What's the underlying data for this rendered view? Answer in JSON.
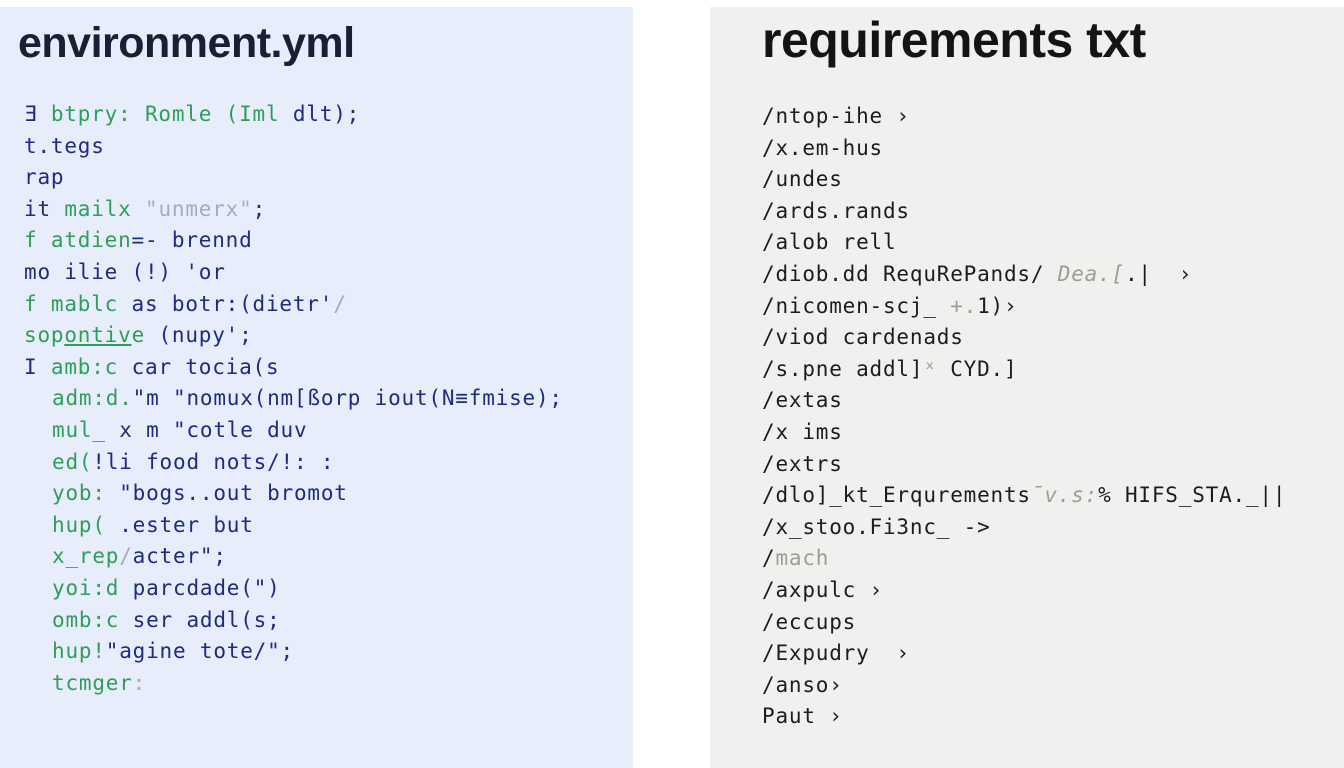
{
  "colors": {
    "navy": "#1e2b80",
    "green": "#2f9e58",
    "gray": "#a6abbd",
    "black": "#1c1c1c",
    "gray2": "#9d9c96"
  },
  "left_panel": {
    "title": "environment.yml",
    "background": "#e7edfa",
    "lines": [
      {
        "indent": 0,
        "segs": [
          {
            "t": "Ǝ ",
            "c": "navy"
          },
          {
            "t": "btpry: Romle (Iml ",
            "c": "green"
          },
          {
            "t": "dlt);",
            "c": "navy"
          }
        ]
      },
      {
        "indent": 0,
        "segs": [
          {
            "t": "t.tegs",
            "c": "navy"
          }
        ]
      },
      {
        "indent": 0,
        "segs": [
          {
            "t": "rap",
            "c": "navy"
          }
        ]
      },
      {
        "indent": 0,
        "segs": [
          {
            "t": "it ",
            "c": "navy"
          },
          {
            "t": "mailx ",
            "c": "green"
          },
          {
            "t": "\"unmerx\"",
            "c": "gray"
          },
          {
            "t": ";",
            "c": "navy"
          }
        ]
      },
      {
        "indent": 0,
        "segs": [
          {
            "t": "f atdien",
            "c": "green"
          },
          {
            "t": "=- brennd",
            "c": "navy"
          }
        ]
      },
      {
        "indent": 0,
        "segs": [
          {
            "t": "mo ilie (!) 'or",
            "c": "navy"
          }
        ]
      },
      {
        "indent": 0,
        "segs": [
          {
            "t": "f mablc ",
            "c": "green"
          },
          {
            "t": "as botr:(dietr'",
            "c": "navy"
          },
          {
            "t": "/",
            "c": "gray"
          }
        ]
      },
      {
        "indent": 0,
        "segs": [
          {
            "t": "sop",
            "c": "green"
          },
          {
            "t": "ontiv",
            "c": "green",
            "u": true
          },
          {
            "t": "e",
            "c": "green"
          },
          {
            "t": " (nupy';",
            "c": "navy"
          }
        ]
      },
      {
        "indent": 0,
        "segs": [
          {
            "t": "I ",
            "c": "navy"
          },
          {
            "t": "amb:c ",
            "c": "green"
          },
          {
            "t": "car tocia(s",
            "c": "navy"
          }
        ]
      },
      {
        "indent": 1,
        "segs": [
          {
            "t": "adm:d.",
            "c": "green"
          },
          {
            "t": "\"m \"nomux(nm[ßorp iout(N≡fmise);",
            "c": "navy"
          }
        ]
      },
      {
        "indent": 1,
        "segs": [
          {
            "t": "mul_ ",
            "c": "green"
          },
          {
            "t": "x m \"cotle duv",
            "c": "navy"
          }
        ]
      },
      {
        "indent": 1,
        "segs": [
          {
            "t": "ed(",
            "c": "green"
          },
          {
            "t": "!li food nots/!: :",
            "c": "navy"
          }
        ]
      },
      {
        "indent": 1,
        "segs": [
          {
            "t": "yob: ",
            "c": "green"
          },
          {
            "t": "\"bogs..out bromot",
            "c": "navy"
          }
        ]
      },
      {
        "indent": 1,
        "segs": [
          {
            "t": "hup(",
            "c": "green"
          },
          {
            "t": " .ester but",
            "c": "navy"
          }
        ]
      },
      {
        "indent": 1,
        "segs": [
          {
            "t": "x_rep",
            "c": "green"
          },
          {
            "t": "/",
            "c": "gray"
          },
          {
            "t": "acter\";",
            "c": "navy"
          }
        ]
      },
      {
        "indent": 1,
        "segs": [
          {
            "t": "yoi:d ",
            "c": "green"
          },
          {
            "t": "parcdade(\")",
            "c": "navy"
          }
        ]
      },
      {
        "indent": 1,
        "segs": [
          {
            "t": "omb:c ",
            "c": "green"
          },
          {
            "t": "ser addl(s;",
            "c": "navy"
          }
        ]
      },
      {
        "indent": 1,
        "segs": [
          {
            "t": "hup!",
            "c": "green"
          },
          {
            "t": "\"agine tote/\";",
            "c": "navy"
          }
        ]
      },
      {
        "indent": 1,
        "segs": [
          {
            "t": "tcmger",
            "c": "green"
          },
          {
            "t": ":",
            "c": "gray"
          }
        ]
      }
    ]
  },
  "right_panel": {
    "title": "requirements txt",
    "background": "#f1f0ee",
    "lines": [
      {
        "indent": 0,
        "segs": [
          {
            "t": "/ntop-ihe ›",
            "c": "black"
          }
        ]
      },
      {
        "indent": 0,
        "segs": [
          {
            "t": "/x.em-hus",
            "c": "black"
          }
        ]
      },
      {
        "indent": 0,
        "segs": [
          {
            "t": "/undes",
            "c": "black"
          }
        ]
      },
      {
        "indent": 0,
        "segs": [
          {
            "t": "/ards.rands",
            "c": "black"
          }
        ]
      },
      {
        "indent": 0,
        "segs": [
          {
            "t": "/alob rell",
            "c": "black"
          }
        ]
      },
      {
        "indent": 0,
        "segs": [
          {
            "t": "/diob.dd RequRePands/ ",
            "c": "black"
          },
          {
            "t": "Dea.[",
            "c": "gray2",
            "i": true
          },
          {
            "t": ".|  ›",
            "c": "black"
          }
        ]
      },
      {
        "indent": 0,
        "segs": [
          {
            "t": "/nicomen-scj_ ",
            "c": "black"
          },
          {
            "t": "+.",
            "c": "gray2"
          },
          {
            "t": "1)›",
            "c": "black"
          }
        ]
      },
      {
        "indent": 0,
        "segs": [
          {
            "t": "/viod cardenads",
            "c": "black"
          }
        ]
      },
      {
        "indent": 0,
        "segs": [
          {
            "t": "/s.pne addl]",
            "c": "black"
          },
          {
            "t": "ˣ",
            "c": "gray2"
          },
          {
            "t": " CYD.]",
            "c": "black"
          }
        ]
      },
      {
        "indent": 0,
        "segs": [
          {
            "t": "/extas",
            "c": "black"
          }
        ]
      },
      {
        "indent": 0,
        "segs": [
          {
            "t": "/x ims",
            "c": "black"
          }
        ]
      },
      {
        "indent": 0,
        "segs": [
          {
            "t": "/extrs",
            "c": "black"
          }
        ]
      },
      {
        "indent": 0,
        "segs": [
          {
            "t": "/dlo]_kt_Erqurements",
            "c": "black"
          },
          {
            "t": "ˉv.s:",
            "c": "gray2",
            "i": true
          },
          {
            "t": "% HIFS_STA._||",
            "c": "black"
          }
        ]
      },
      {
        "indent": 0,
        "segs": [
          {
            "t": "/x_stoo.Fi3nc_ ->",
            "c": "black"
          }
        ]
      },
      {
        "indent": 0,
        "segs": [
          {
            "t": "/",
            "c": "black"
          },
          {
            "t": "mach",
            "c": "gray2"
          }
        ]
      },
      {
        "indent": 0,
        "segs": [
          {
            "t": "/axpulc ›",
            "c": "black"
          }
        ]
      },
      {
        "indent": 0,
        "segs": [
          {
            "t": "/eccups",
            "c": "black"
          }
        ]
      },
      {
        "indent": 0,
        "segs": [
          {
            "t": "/Expudry  ›",
            "c": "black"
          }
        ]
      },
      {
        "indent": 0,
        "segs": [
          {
            "t": "/anso›",
            "c": "black"
          }
        ]
      },
      {
        "indent": 0,
        "segs": [
          {
            "t": "Paut ›",
            "c": "black"
          }
        ]
      }
    ]
  }
}
